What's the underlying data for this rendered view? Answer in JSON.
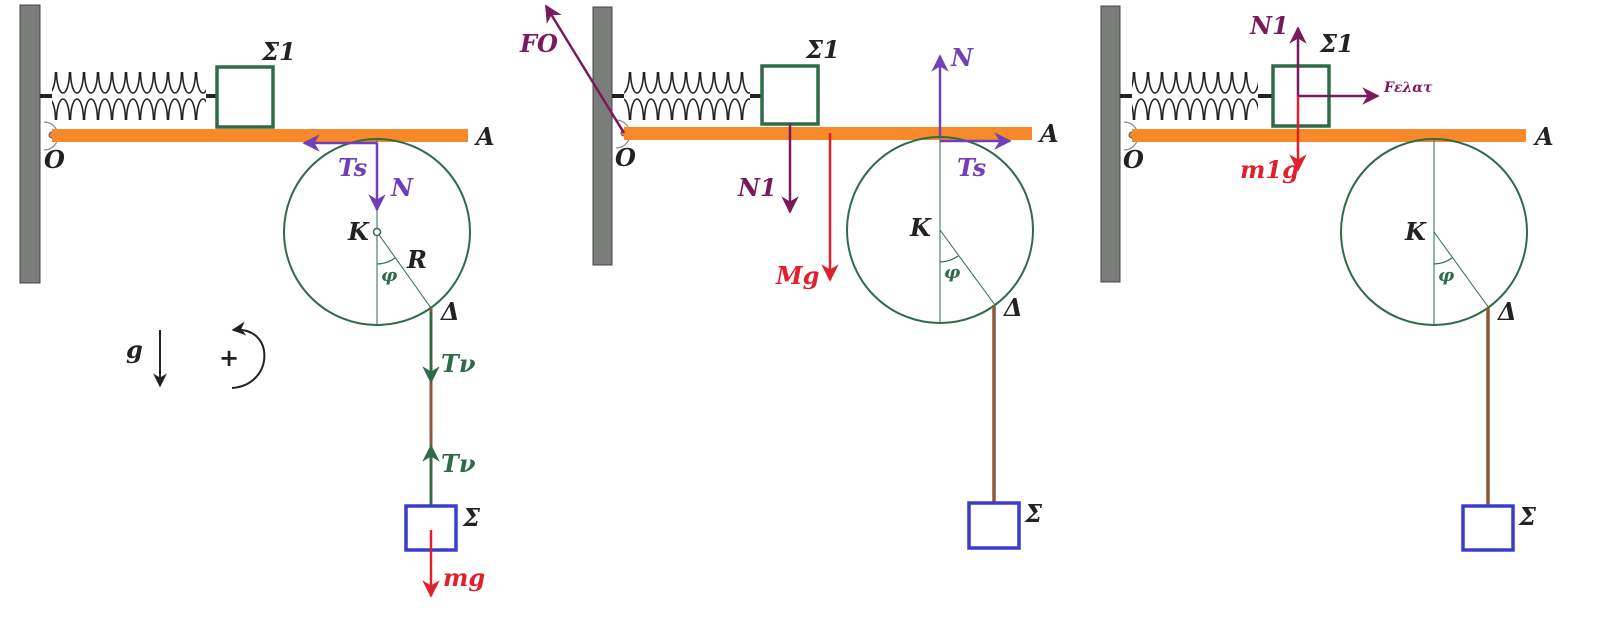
{
  "colors": {
    "wall": "#7a7d7a",
    "rod": "#f7892a",
    "disk": "#2d6b4a",
    "block1": "#2d6b4a",
    "hanging_block": "#3b3bd0",
    "rope": "#8b5a3c",
    "purple_force": "#7040b8",
    "plum_force": "#7a1a5a",
    "red_force": "#e0202c",
    "green_force": "#2d6b4a",
    "black": "#222222"
  },
  "panels": [
    {
      "labels": {
        "sigma1": "Σ1",
        "A": "A",
        "O": "O",
        "K": "K",
        "R": "R",
        "phi": "φ",
        "delta": "Δ",
        "sigma": "Σ",
        "Ts": "Ts",
        "N": "N",
        "Tv_top": "Tν",
        "Tv_bottom": "Tν",
        "mg": "mg",
        "g": "g",
        "plus": "+"
      }
    },
    {
      "labels": {
        "sigma1": "Σ1",
        "A": "A",
        "O": "O",
        "K": "K",
        "phi": "φ",
        "delta": "Δ",
        "sigma": "Σ",
        "FO": "FO",
        "N": "N",
        "N1": "N1",
        "Ts": "Ts",
        "Mg": "Mg"
      }
    },
    {
      "labels": {
        "sigma1": "Σ1",
        "A": "A",
        "O": "O",
        "K": "K",
        "phi": "φ",
        "delta": "Δ",
        "sigma": "Σ",
        "N1": "N1",
        "Felast": "Fελατ",
        "m1g": "m1g"
      }
    }
  ]
}
